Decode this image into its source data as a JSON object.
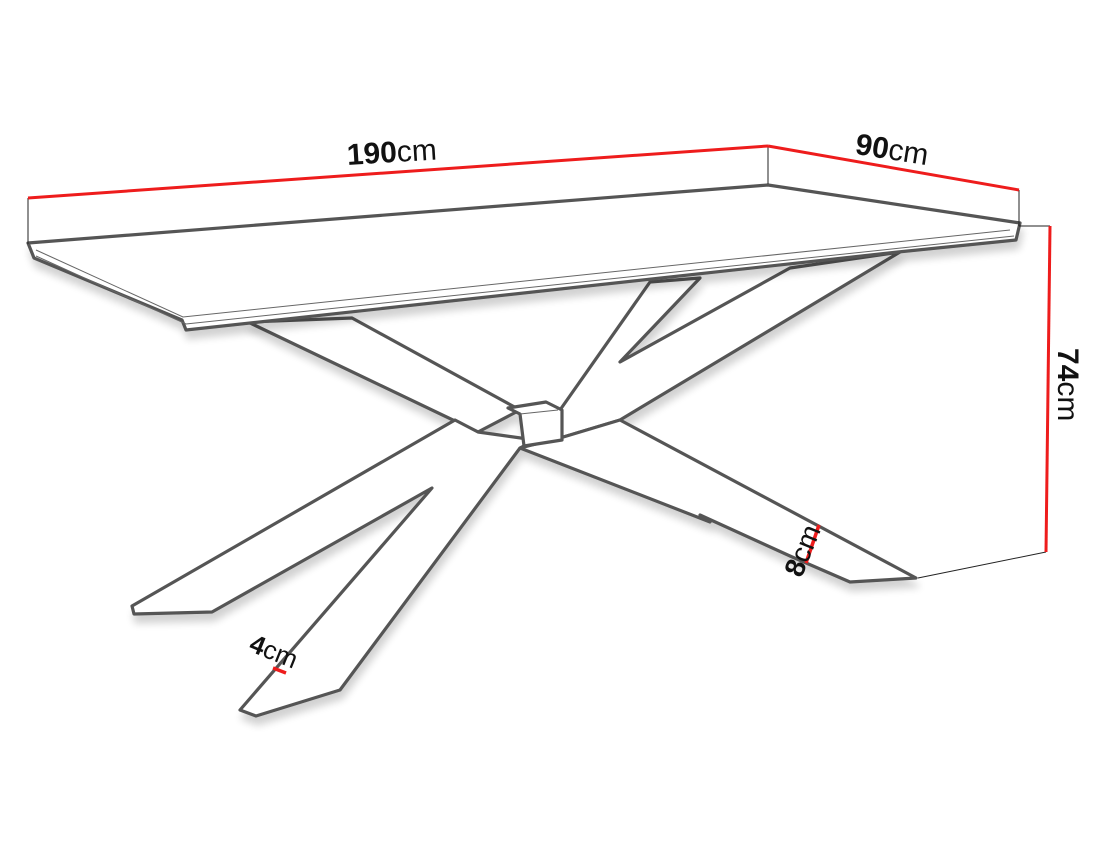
{
  "product": "Dining table technical dimension drawing",
  "colors": {
    "dimension_line": "#ee1c1c",
    "outline": "#555555",
    "text": "#111111",
    "background": "#ffffff"
  },
  "dimensions": {
    "length": {
      "value": "190",
      "unit": "cm"
    },
    "depth": {
      "value": "90",
      "unit": "cm"
    },
    "height": {
      "value": "74",
      "unit": "cm"
    },
    "leg_width": {
      "value": "8",
      "unit": "cm"
    },
    "leg_thickness": {
      "value": "4",
      "unit": "cm"
    }
  },
  "parts": [
    "tabletop",
    "spider-base-legs",
    "center-hub"
  ]
}
